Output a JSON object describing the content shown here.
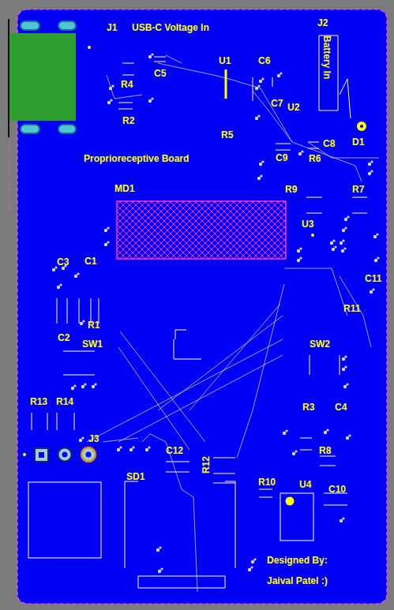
{
  "diagram": {
    "labels": [
      "J1",
      "USB-C Voltage In",
      "J2",
      "Battery In",
      "U1",
      "C6",
      "R4",
      "C5",
      "C7",
      "U2",
      "R2",
      "R5",
      "C8",
      "D1",
      "C9",
      "R6",
      "Proprioreceptive Board",
      "MD1",
      "R9",
      "R7",
      "U3",
      "C3",
      "C1",
      "C11",
      "R11",
      "R1",
      "C2",
      "SW1",
      "SW2",
      "R13",
      "R14",
      "R3",
      "C4",
      "J3",
      "C12",
      "R12",
      "R8",
      "SD1",
      "R10",
      "U4",
      "C10",
      "Designed By:",
      "Jaival Patel :)"
    ]
  }
}
